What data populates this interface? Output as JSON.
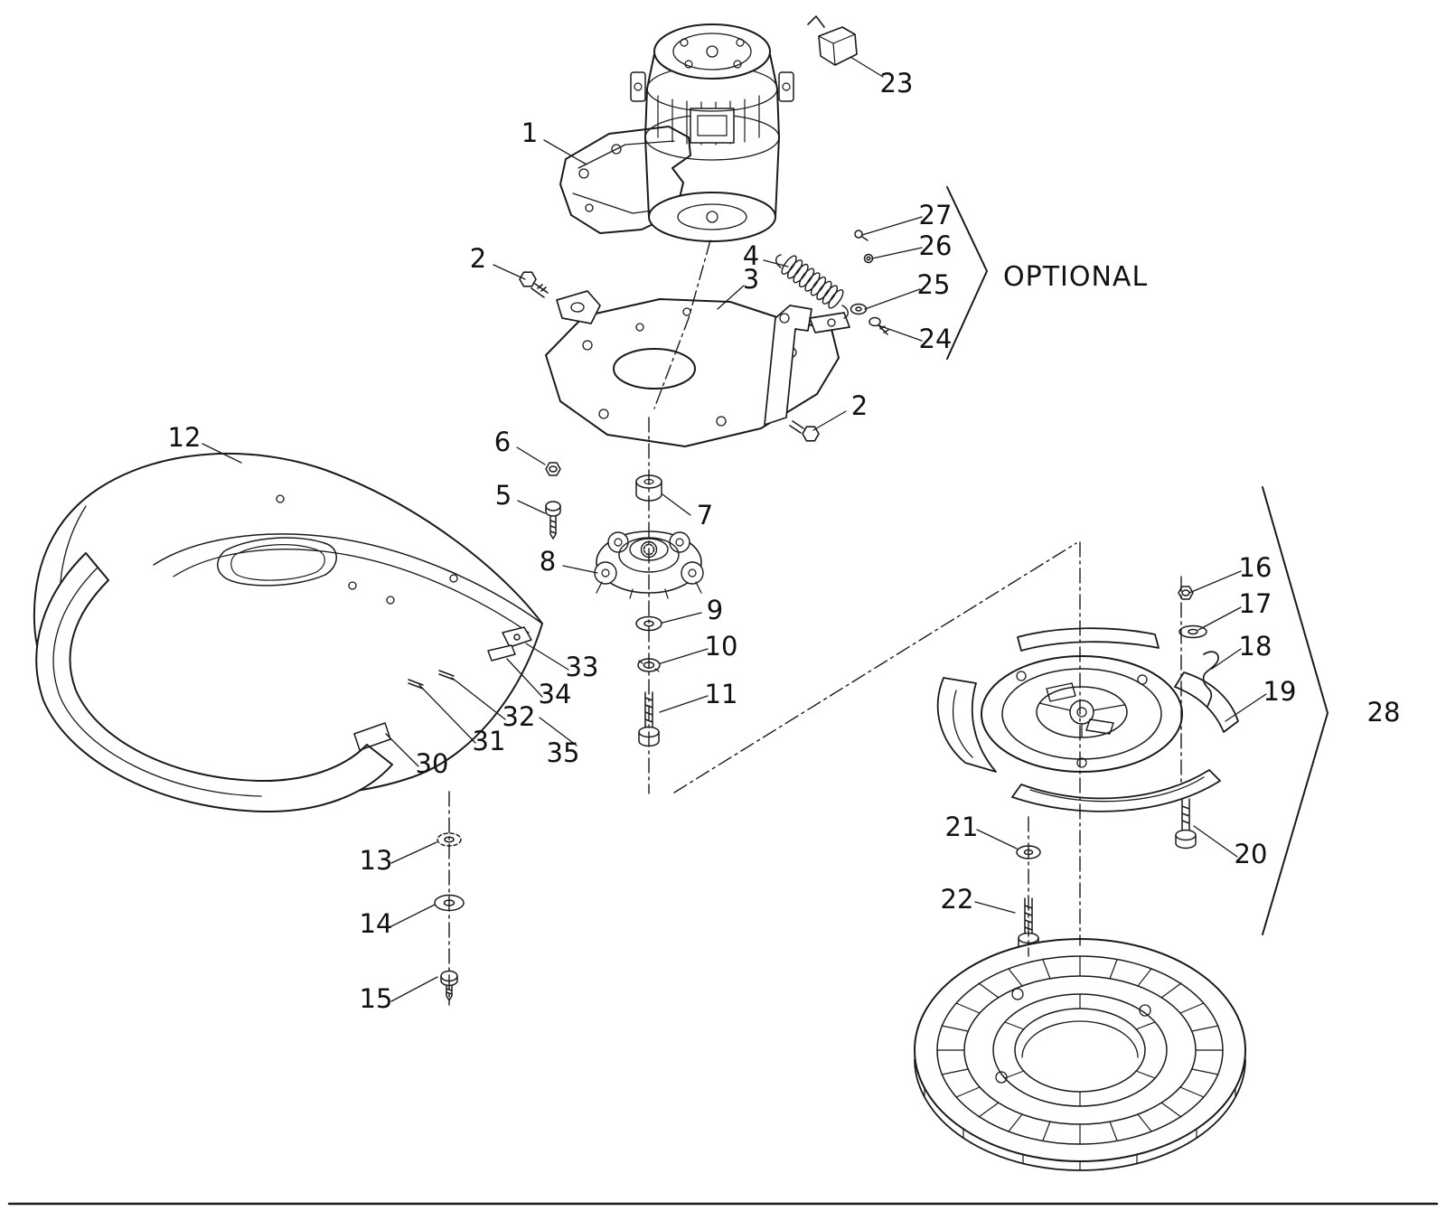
{
  "colors": {
    "ink": "#1a1a1a",
    "background": "#ffffff"
  },
  "annotations": {
    "optional": "OPTIONAL"
  },
  "callouts": {
    "n1": "1",
    "n2": "2",
    "n2b": "2",
    "n3": "3",
    "n4": "4",
    "n5": "5",
    "n6": "6",
    "n7": "7",
    "n8": "8",
    "n9": "9",
    "n10": "10",
    "n11": "11",
    "n12": "12",
    "n13": "13",
    "n14": "14",
    "n15": "15",
    "n16": "16",
    "n17": "17",
    "n18": "18",
    "n19": "19",
    "n20": "20",
    "n21": "21",
    "n22": "22",
    "n23": "23",
    "n24": "24",
    "n25": "25",
    "n26": "26",
    "n27": "27",
    "n28": "28",
    "n30": "30",
    "n31": "31",
    "n32": "32",
    "n33": "33",
    "n34": "34",
    "n35": "35"
  }
}
